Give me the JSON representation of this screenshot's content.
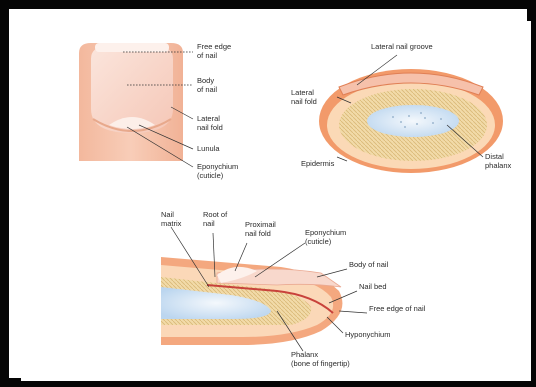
{
  "labels": {
    "finger_top": {
      "free_edge": [
        "Free edge",
        "of nail"
      ],
      "body": [
        "Body",
        "of nail"
      ],
      "lateral_fold": [
        "Lateral",
        "nail fold"
      ],
      "lunula": "Lunula",
      "eponychium": [
        "Eponychium",
        "(cuticle)"
      ]
    },
    "cross_section": {
      "lateral_groove": "Lateral nail groove",
      "lateral_fold": [
        "Lateral",
        "nail fold"
      ],
      "epidermis": "Epidermis",
      "distal_phalanx": [
        "Distal",
        "phalanx"
      ]
    },
    "side_view": {
      "nail_matrix": [
        "Nail",
        "matrix"
      ],
      "root": [
        "Root of",
        "nail"
      ],
      "proximal_fold": [
        "Proximail",
        "nail fold"
      ],
      "eponychium": [
        "Eponychium",
        "(cuticle)"
      ],
      "body": "Body of nail",
      "nail_bed": "Nail bed",
      "free_edge": "Free edge of nail",
      "hyponychium": "Hyponychium",
      "phalanx": [
        "Phalanx",
        "(bone of fingertip)"
      ]
    }
  },
  "colors": {
    "frame": "#050505",
    "skin": "#f6c8b1",
    "nail": "#f9dcd2",
    "epidermis": "#f29a6a",
    "bone": "#f0d7a2",
    "marrow": "#dcebf8"
  }
}
